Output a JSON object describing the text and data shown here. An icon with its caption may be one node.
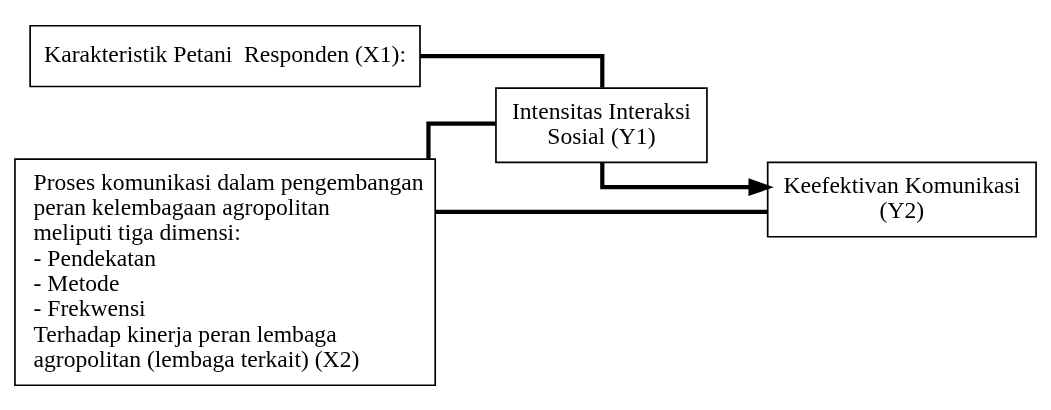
{
  "diagram": {
    "nodes": [
      {
        "text": [
          "Karakteristik Petani  Responden (X1):"
        ]
      },
      {
        "text": [
          "Proses komunikasi dalam pengembangan peran kelembagaan agropolitan meliputi tiga dimensi:",
          "- Pendekatan",
          "- Metode",
          "- Frekwensi",
          "Terhadap kinerja peran lembaga agropolitan (lembaga terkait) (X2)"
        ]
      },
      {
        "text": [
          "Intensitas Interaksi Sosial (Y1)"
        ]
      },
      {
        "text": [
          "Keefektivan Komunikasi (Y2)"
        ]
      }
    ],
    "edges": [
      {
        "from": 0,
        "to": 2,
        "arrow": "none"
      },
      {
        "from": 1,
        "to": 2,
        "arrow": "none"
      },
      {
        "from": 2,
        "to": 3,
        "arrow": "to"
      },
      {
        "from": 1,
        "to": 3,
        "arrow": "none"
      }
    ]
  }
}
